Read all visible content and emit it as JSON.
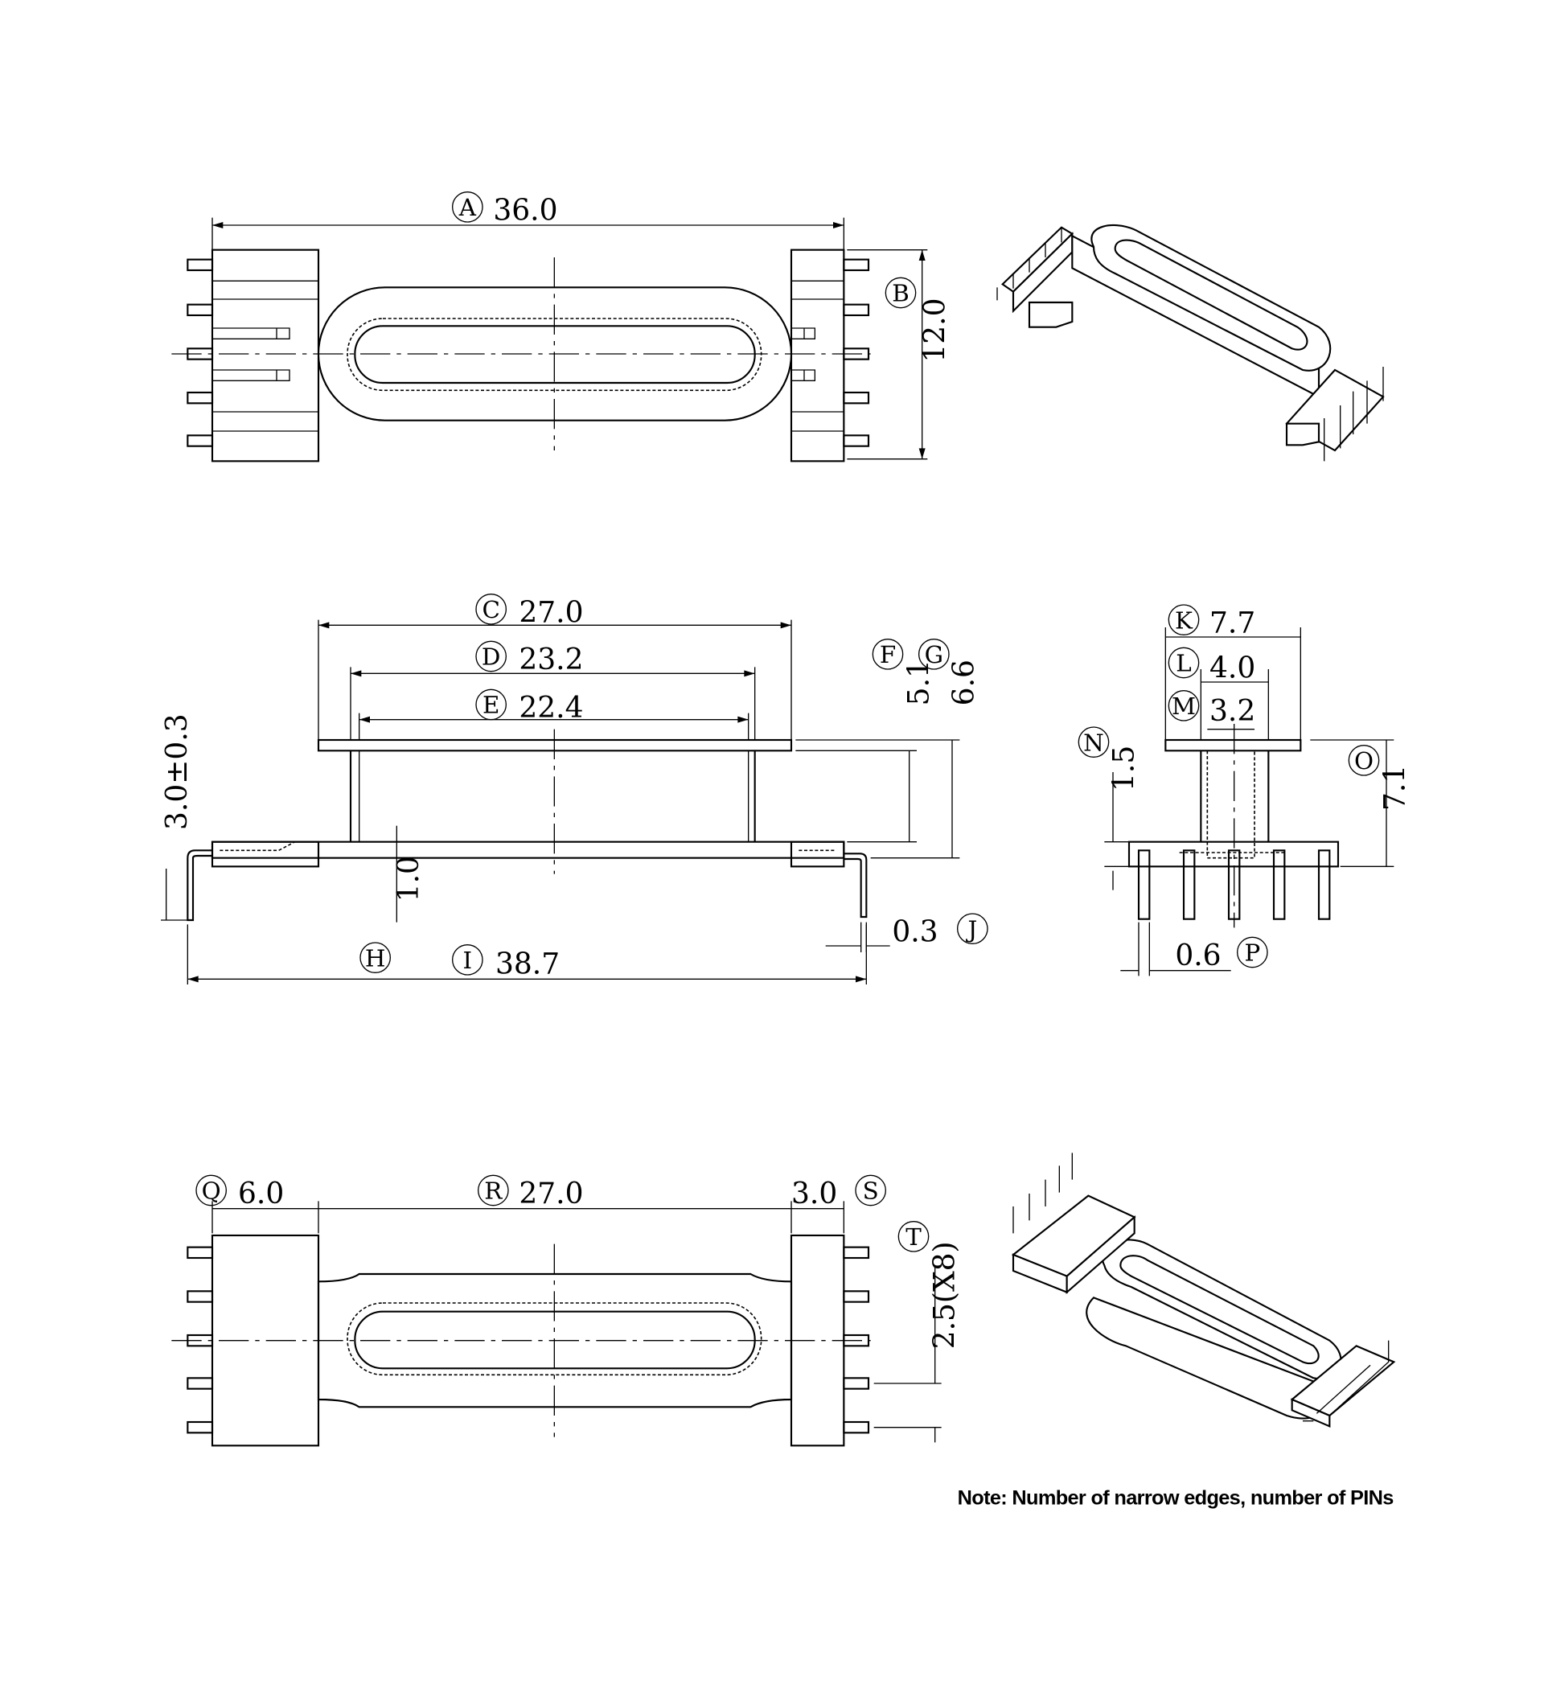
{
  "title": "Bobbin dimension drawing",
  "dimensions": {
    "A": {
      "label": "A",
      "value": "36.0"
    },
    "B": {
      "label": "B",
      "value": "12.0"
    },
    "C": {
      "label": "C",
      "value": "27.0"
    },
    "D": {
      "label": "D",
      "value": "23.2"
    },
    "E": {
      "label": "E",
      "value": "22.4"
    },
    "F": {
      "label": "F",
      "value": "5.1"
    },
    "G": {
      "label": "G",
      "value": "6.6"
    },
    "H": {
      "label": "H",
      "value": ""
    },
    "I": {
      "label": "I",
      "value": "38.7"
    },
    "J": {
      "label": "J",
      "value": "0.3"
    },
    "K": {
      "label": "K",
      "value": "7.7"
    },
    "L": {
      "label": "L",
      "value": "4.0"
    },
    "M": {
      "label": "M",
      "value": "3.2"
    },
    "N": {
      "label": "N",
      "value": "1.5"
    },
    "O": {
      "label": "O",
      "value": "7.1"
    },
    "P": {
      "label": "P",
      "value": "0.6"
    },
    "Q": {
      "label": "Q",
      "value": "6.0"
    },
    "R": {
      "label": "R",
      "value": "27.0"
    },
    "S": {
      "label": "S",
      "value": "3.0"
    },
    "T": {
      "label": "T",
      "value": "2.5(X8)"
    }
  },
  "tolerance_dim": "3.0±0.3",
  "pin_offset_dim": "1.0",
  "note": "Note: Number of narrow edges, number of PINs"
}
